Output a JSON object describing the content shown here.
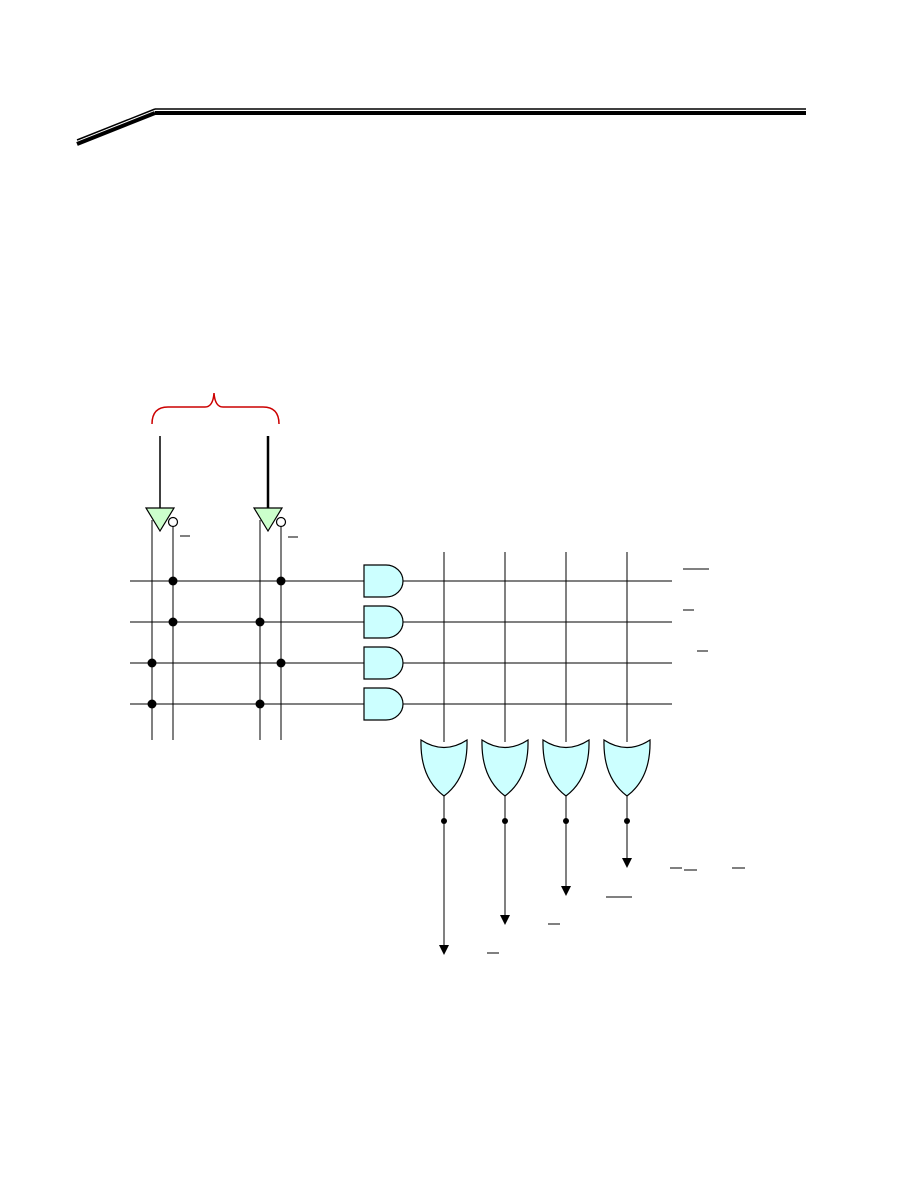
{
  "page": {
    "background": "#ffffff"
  },
  "colors": {
    "wire": "#000000",
    "brace": "#cc0000",
    "inverter_fill": "#ccffcc",
    "and_gate_fill": "#ccffff",
    "or_gate_fill": "#ccffff",
    "header_rule": "#000000"
  },
  "diagram": {
    "inputs": {
      "count": 2,
      "icon": "inverter-buffer"
    },
    "and_gates": {
      "count": 4,
      "icon": "and-gate"
    },
    "or_gates": {
      "count": 4,
      "icon": "or-gate"
    },
    "connections": [
      {
        "product_term": 1,
        "uses": [
          "input-1-complement",
          "input-2-complement"
        ]
      },
      {
        "product_term": 2,
        "uses": [
          "input-1-complement",
          "input-2-true"
        ]
      },
      {
        "product_term": 3,
        "uses": [
          "input-1-true",
          "input-2-complement"
        ]
      },
      {
        "product_term": 4,
        "uses": [
          "input-1-true",
          "input-2-true"
        ]
      }
    ]
  }
}
